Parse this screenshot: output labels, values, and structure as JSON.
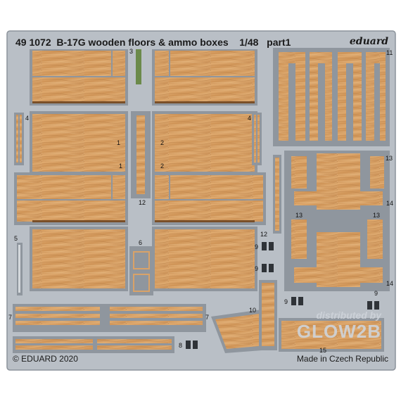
{
  "sheet": {
    "code": "49 1072",
    "title": "B-17G wooden floors & ammo boxes",
    "scale": "1/48",
    "part": "part1",
    "brand": "eduard",
    "copyright": "© EDUARD 2020",
    "origin": "Made in Czech Republic"
  },
  "watermark": {
    "line1": "distributed by",
    "line2": "GLOW2B"
  },
  "part_numbers": {
    "n1": "1",
    "n2": "2",
    "n3": "3",
    "n4": "4",
    "n5": "5",
    "n6": "6",
    "n7": "7",
    "n8": "8",
    "n9": "9",
    "n10": "10",
    "n11": "11",
    "n12": "12",
    "n13": "13",
    "n14": "14",
    "n15": "15"
  },
  "colors": {
    "fret": "#b9bfc6",
    "fret_edge": "#8c939b",
    "wood": "#d9a268",
    "wood_dark": "#b07a45"
  }
}
